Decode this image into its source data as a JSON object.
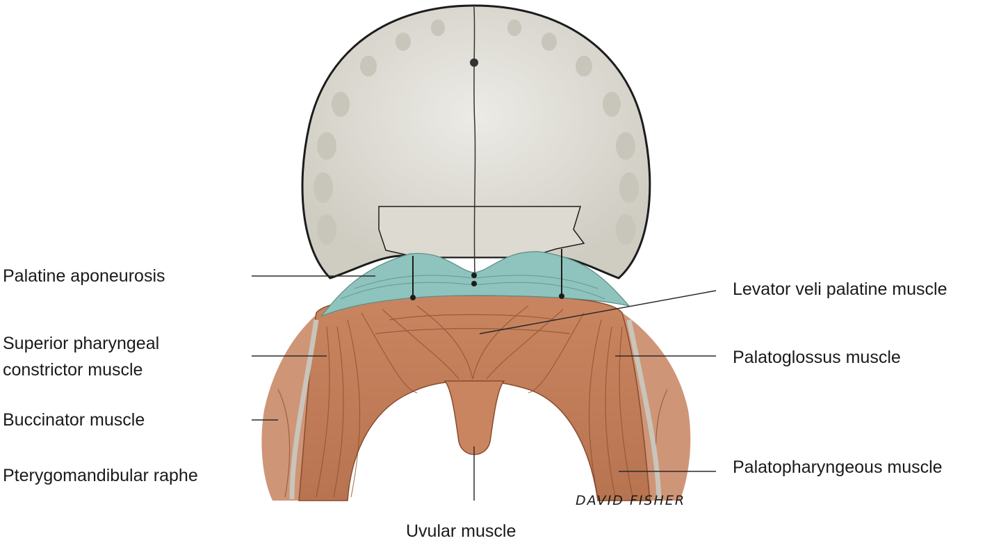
{
  "labels": {
    "palatine_aponeurosis": "Palatine aponeurosis",
    "superior_pharyngeal_1": "Superior pharyngeal",
    "superior_pharyngeal_2": "constrictor muscle",
    "buccinator": "Buccinator muscle",
    "pterygomandibular": "Pterygomandibular raphe",
    "levator": "Levator veli palatine muscle",
    "palatoglossus": "Palatoglossus muscle",
    "palatopharyngeous": "Palatopharyngeous muscle",
    "uvular": "Uvular muscle"
  },
  "signature": "DAVID FISHER",
  "colors": {
    "bone": "#d9d6cd",
    "bone_outline": "#1c1c1c",
    "aponeurosis": "#8fc3bd",
    "muscle": "#c17a55",
    "muscle_dark": "#8a4a2b",
    "raphe": "#c9c5bb",
    "leader_line": "#2a2a2a"
  }
}
